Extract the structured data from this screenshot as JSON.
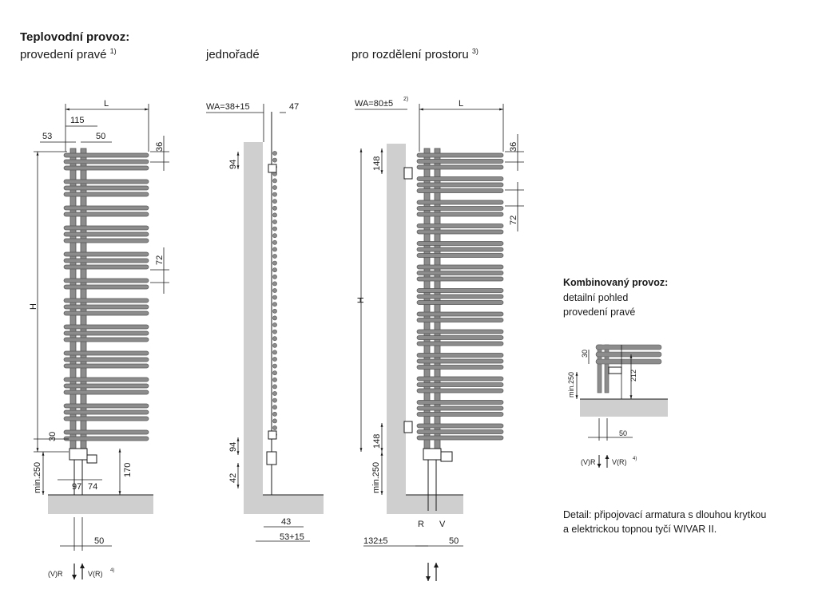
{
  "heading": {
    "title": "Teplovodní provoz:",
    "subtitle": "provedení pravé",
    "subtitle_sup": "1)"
  },
  "views": {
    "single_row": {
      "title": "jednořadé"
    },
    "room_divider": {
      "title": "pro rozdělení prostoru",
      "sup": "3)"
    }
  },
  "combined": {
    "title": "Kombinovaný provoz:",
    "line1": "detailní pohled",
    "line2": "provedení pravé"
  },
  "detail_note": {
    "line1": "Detail: připojovací armatura s dlouhou krytkou",
    "line2": "a elektrickou topnou tyčí WIVAR II."
  },
  "labels": {
    "L": "L",
    "H": "H",
    "R": "R",
    "V": "V",
    "115": "115",
    "53": "53",
    "50": "50",
    "36": "36",
    "72": "72",
    "30": "30",
    "170": "170",
    "97": "97",
    "74": "74",
    "min250": "min.250",
    "WA_single": "WA=38+15",
    "47": "47",
    "94": "94",
    "42": "42",
    "43": "43",
    "53_15": "53+15",
    "WA_divider": "WA=80±5",
    "WA_divider_sup": "2)",
    "148": "148",
    "132_5": "132±5",
    "212": "212",
    "flow_left": "(V)R",
    "flow_right": "V(R)",
    "flow_sup": "4)"
  },
  "colors": {
    "tube_fill": "#8c8c8c",
    "tube_stroke": "#555555",
    "wall": "#cfcfcf",
    "line": "#1a1a1a"
  }
}
